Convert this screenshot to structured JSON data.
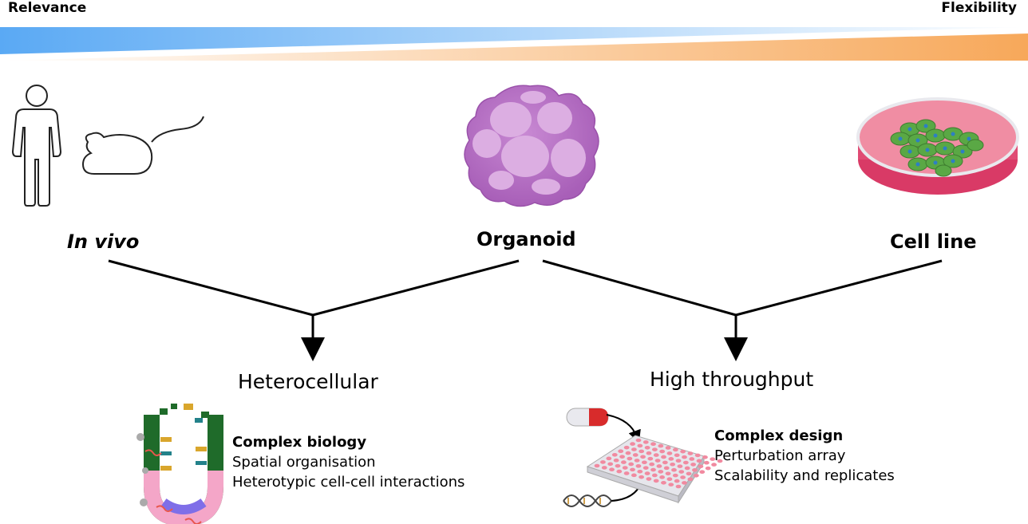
{
  "gradient": {
    "left_label": "Relevance",
    "right_label": "Flexibility",
    "relevance_color": "#5aa9f4",
    "flexibility_color": "#f7a85a"
  },
  "models": {
    "in_vivo": "In vivo",
    "organoid": "Organoid",
    "cell_line": "Cell line"
  },
  "branches": {
    "left": {
      "title": "Heterocellular",
      "heading": "Complex biology",
      "lines": [
        "Spatial organisation",
        "Heterotypic cell-cell interactions"
      ]
    },
    "right": {
      "title": "High throughput",
      "heading": "Complex design",
      "lines": [
        "Perturbation array",
        "Scalability and replicates"
      ]
    }
  },
  "icons": {
    "human": "human-silhouette-icon",
    "mouse": "mouse-icon",
    "organoid": "organoid-icon",
    "petri_dish": "petri-dish-icon",
    "crypt": "intestinal-crypt-icon",
    "pill": "pill-capsule-icon",
    "dna": "dna-icon",
    "well_plate": "well-plate-icon"
  },
  "colors": {
    "organoid": "#b76fc5",
    "dish": "#e84d78",
    "cells": "#5aa845"
  }
}
